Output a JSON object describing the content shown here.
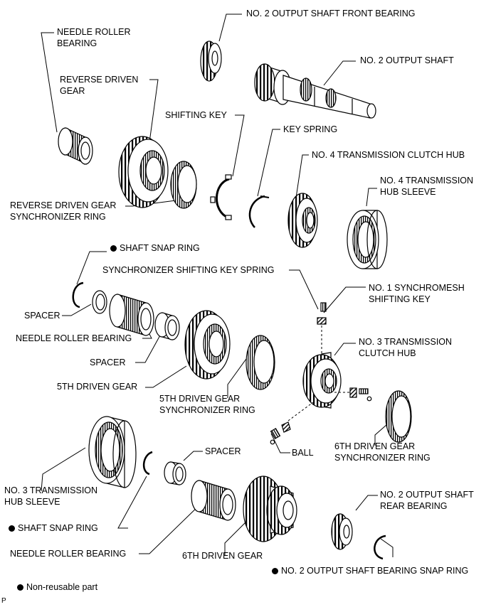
{
  "labels": {
    "no2_output_shaft_front_bearing": "NO. 2 OUTPUT SHAFT FRONT BEARING",
    "needle_roller_bearing_top": "NEEDLE ROLLER\nBEARING",
    "no2_output_shaft": "NO. 2 OUTPUT SHAFT",
    "reverse_driven_gear": "REVERSE DRIVEN\nGEAR",
    "shifting_key": "SHIFTING KEY",
    "key_spring": "KEY SPRING",
    "no4_transmission_clutch_hub": "NO. 4 TRANSMISSION CLUTCH HUB",
    "no4_transmission_hub_sleeve": "NO. 4 TRANSMISSION\nHUB SLEEVE",
    "reverse_driven_gear_sync_ring": "REVERSE DRIVEN GEAR\nSYNCHRONIZER RING",
    "shaft_snap_ring_top": "SHAFT SNAP RING",
    "synchronizer_shifting_key_spring": "SYNCHRONIZER SHIFTING KEY SPRING",
    "no1_synchromesh_shifting_key": "NO. 1 SYNCHROMESH\nSHIFTING KEY",
    "spacer_left": "SPACER",
    "needle_roller_bearing_mid": "NEEDLE ROLLER BEARING",
    "spacer_mid": "SPACER",
    "no3_transmission_clutch_hub": "NO. 3 TRANSMISSION\nCLUTCH HUB",
    "fifth_driven_gear": "5TH DRIVEN GEAR",
    "fifth_driven_gear_sync_ring": "5TH DRIVEN GEAR\nSYNCHRONIZER RING",
    "ball": "BALL",
    "sixth_driven_gear_sync_ring": "6TH DRIVEN GEAR\nSYNCHRONIZER RING",
    "spacer_bottom": "SPACER",
    "no3_transmission_hub_sleeve": "NO. 3 TRANSMISSION\nHUB SLEEVE",
    "no2_output_shaft_rear_bearing": "NO. 2 OUTPUT SHAFT\nREAR BEARING",
    "shaft_snap_ring_bottom": "SHAFT SNAP RING",
    "needle_roller_bearing_bottom": "NEEDLE ROLLER BEARING",
    "sixth_driven_gear": "6TH DRIVEN GEAR",
    "no2_output_shaft_bearing_snap_ring": "NO. 2 OUTPUT SHAFT BEARING SNAP RING"
  },
  "legend": {
    "non_reusable": "Non-reusable part"
  },
  "corner_mark": "P",
  "colors": {
    "line": "#000000",
    "background": "#ffffff"
  }
}
